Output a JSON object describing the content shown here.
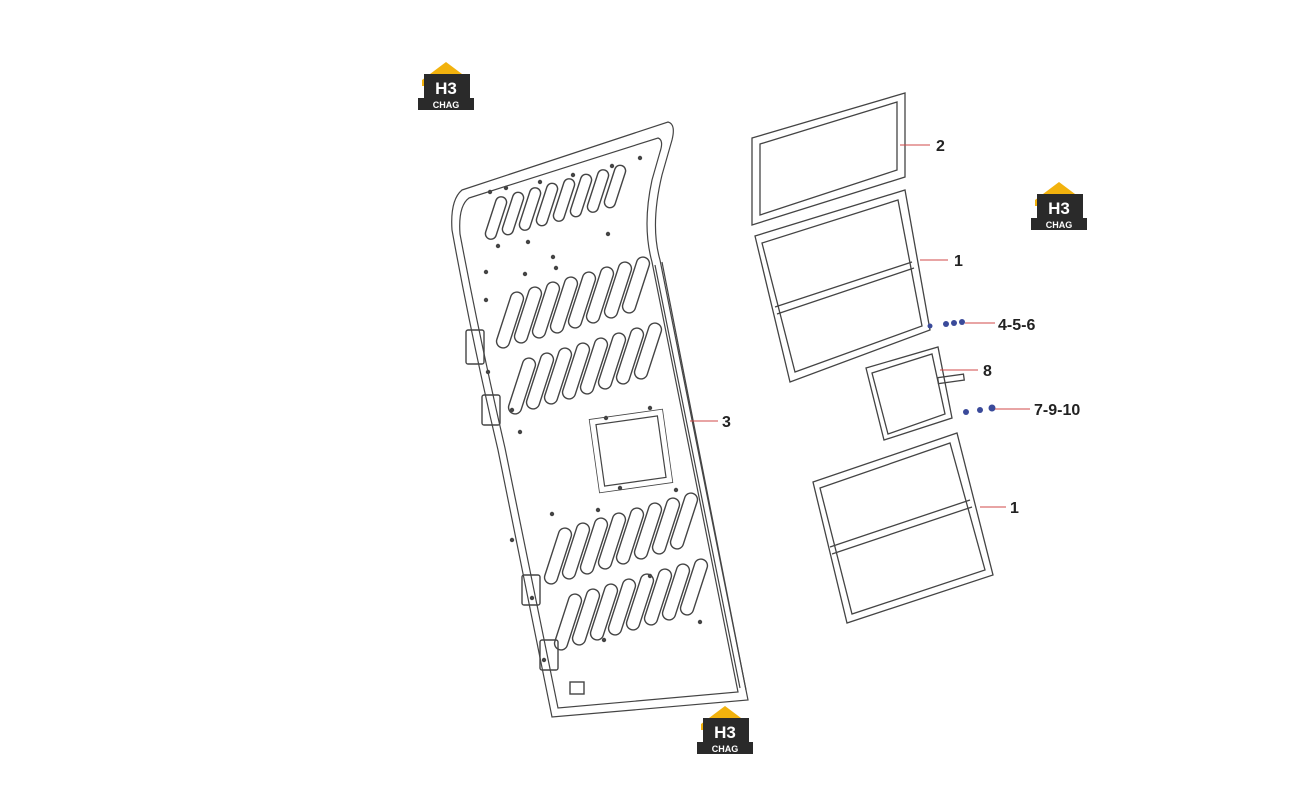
{
  "logo": {
    "mark_text": "H3",
    "sub_text": "CHAG",
    "colors": {
      "roof": "#f2b20d",
      "body": "#2a2a2a",
      "text": "#ffffff"
    }
  },
  "callouts": {
    "frame_upper": "1",
    "gasket": "2",
    "door_panel": "3",
    "fasteners_upper": "4-5-6",
    "cover_plate": "8",
    "fasteners_lower": "7-9-10",
    "frame_lower": "1"
  },
  "colors": {
    "line": "#444444",
    "leader": "#d04848",
    "fastener": "#3a4a9a"
  }
}
